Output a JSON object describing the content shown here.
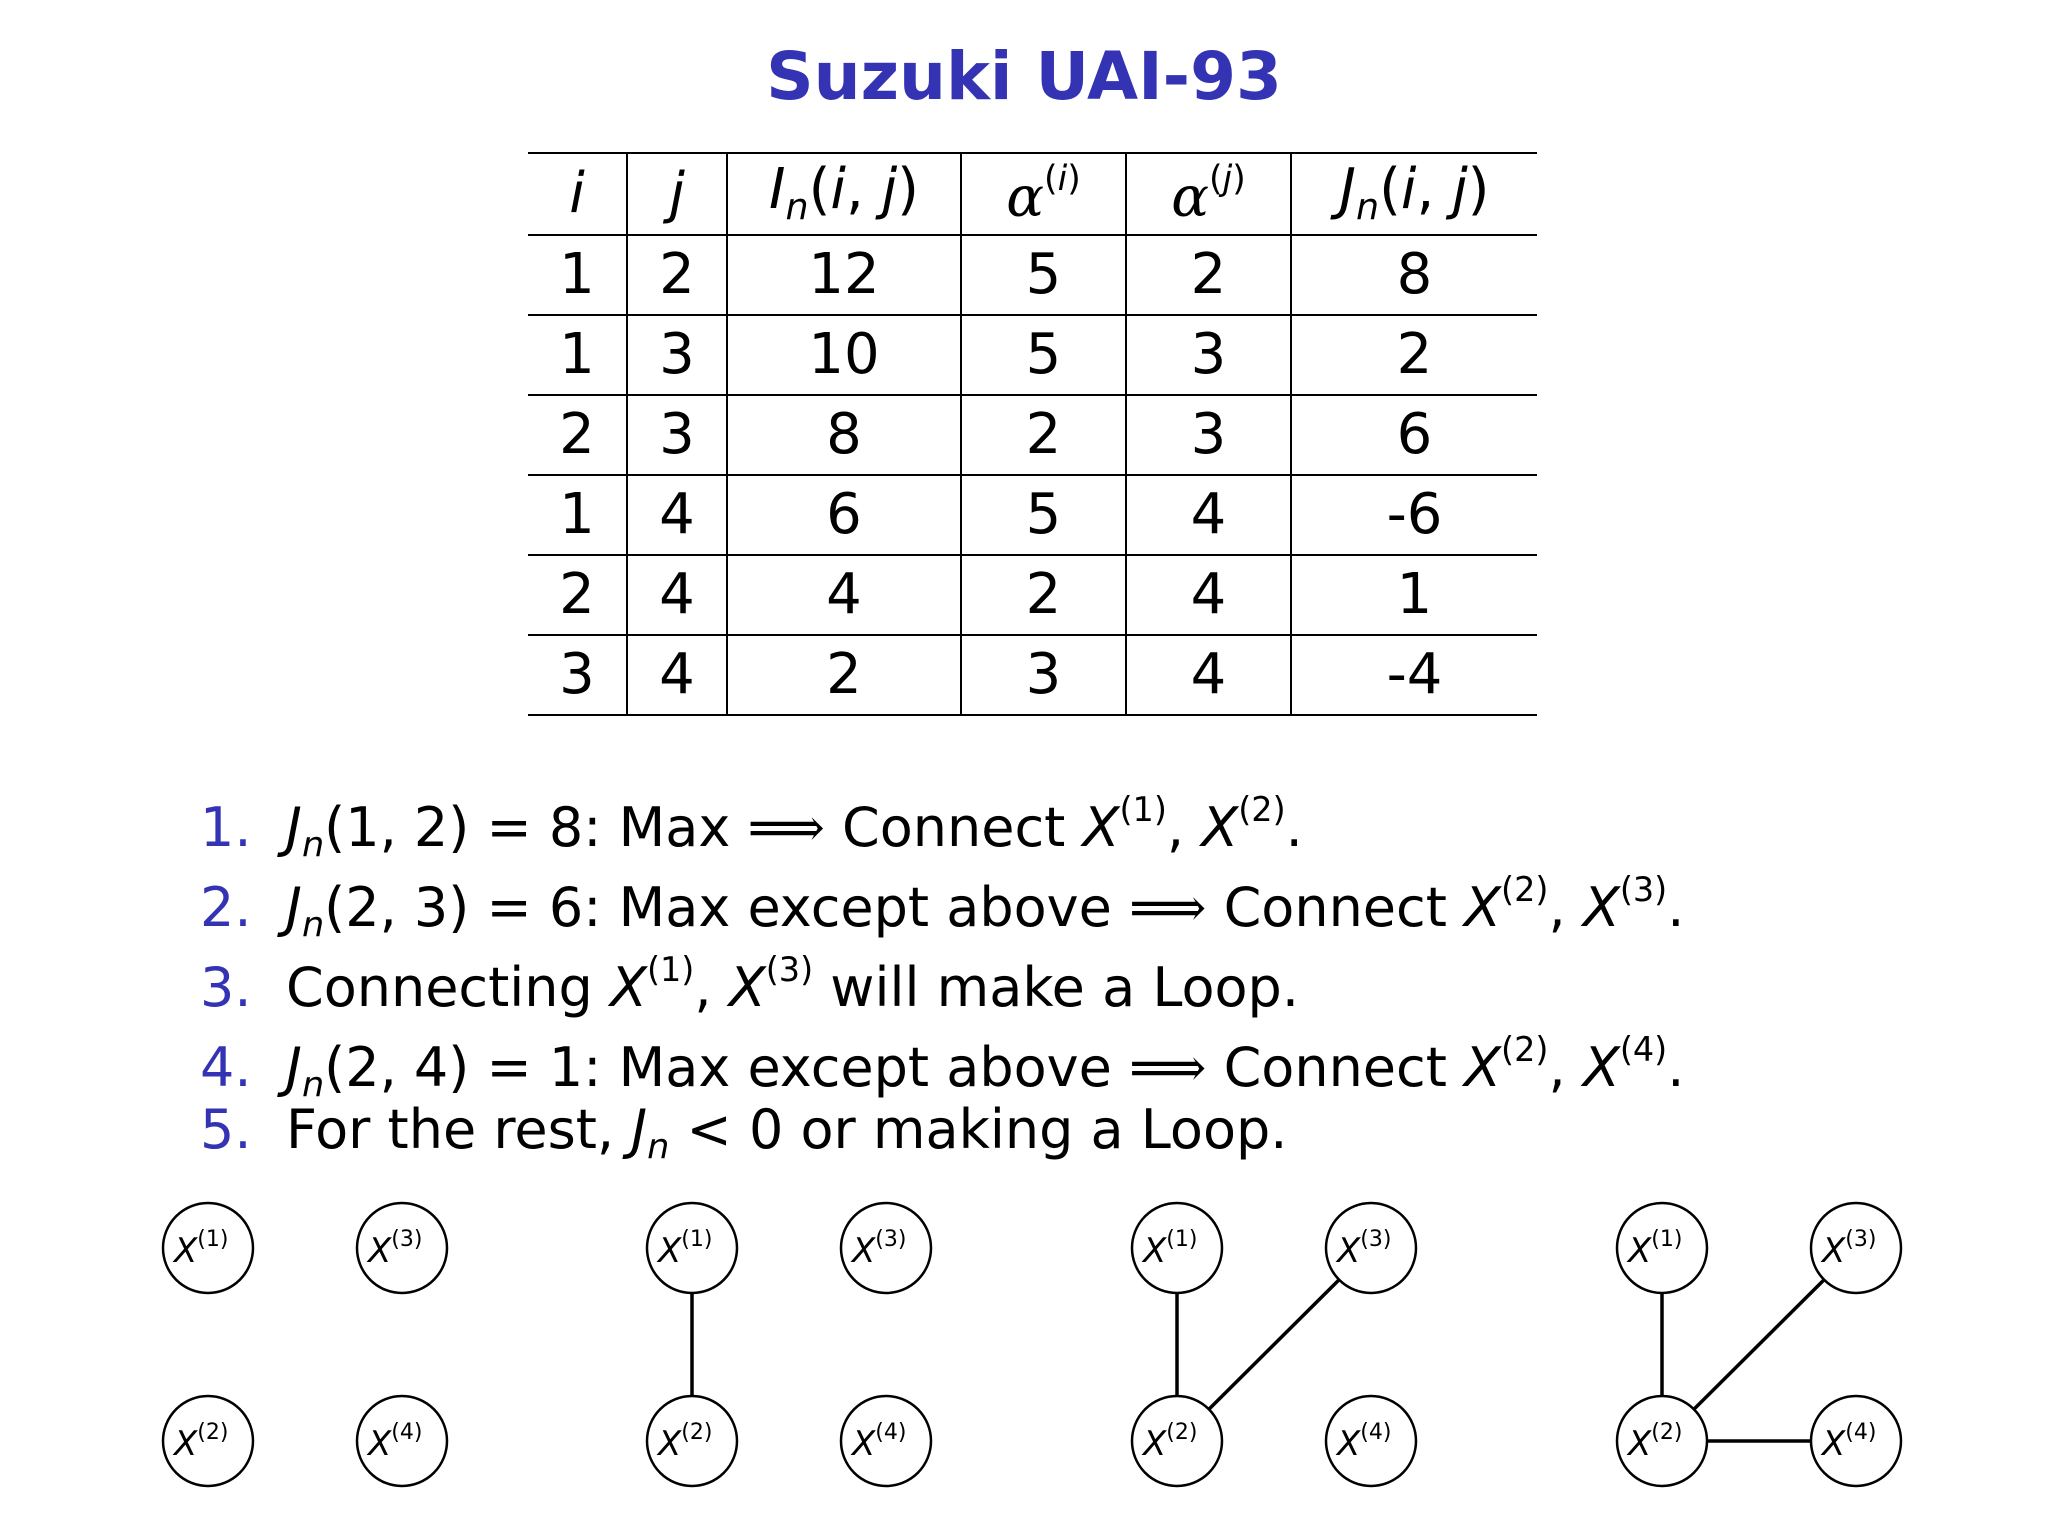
{
  "slide": {
    "title": "Suzuki UAI-93"
  },
  "table": {
    "rows": [
      [
        "1",
        "2",
        "12",
        "5",
        "2",
        "8"
      ],
      [
        "1",
        "3",
        "10",
        "5",
        "3",
        "2"
      ],
      [
        "2",
        "3",
        "8",
        "2",
        "3",
        "6"
      ],
      [
        "1",
        "4",
        "6",
        "5",
        "4",
        "-6"
      ],
      [
        "2",
        "4",
        "4",
        "2",
        "4",
        "1"
      ],
      [
        "3",
        "4",
        "2",
        "3",
        "4",
        "-4"
      ]
    ]
  },
  "steps": [
    {
      "num": "1.",
      "head": "(1, 2) = 8:  Max ",
      "tail": " Connect "
    },
    {
      "num": "2.",
      "head": "(2, 3) = 6:  Max except above ",
      "tail": " Connect "
    },
    {
      "num": "3.",
      "text": "Connecting ",
      "tail": " will make a Loop."
    },
    {
      "num": "4.",
      "head": "(2, 4) = 1:  Max except above ",
      "tail": " Connect "
    },
    {
      "num": "5.",
      "text": "For the rest, ",
      "tail": " < 0 or making a Loop."
    }
  ],
  "graphs": {
    "node_symbol": "X",
    "node_labels": [
      "(1)",
      "(2)",
      "(3)",
      "(4)"
    ],
    "panels": [
      {
        "edges": []
      },
      {
        "edges": [
          [
            "1",
            "2"
          ]
        ]
      },
      {
        "edges": [
          [
            "1",
            "2"
          ],
          [
            "2",
            "3"
          ]
        ]
      },
      {
        "edges": [
          [
            "1",
            "2"
          ],
          [
            "2",
            "3"
          ],
          [
            "2",
            "4"
          ]
        ]
      }
    ]
  }
}
